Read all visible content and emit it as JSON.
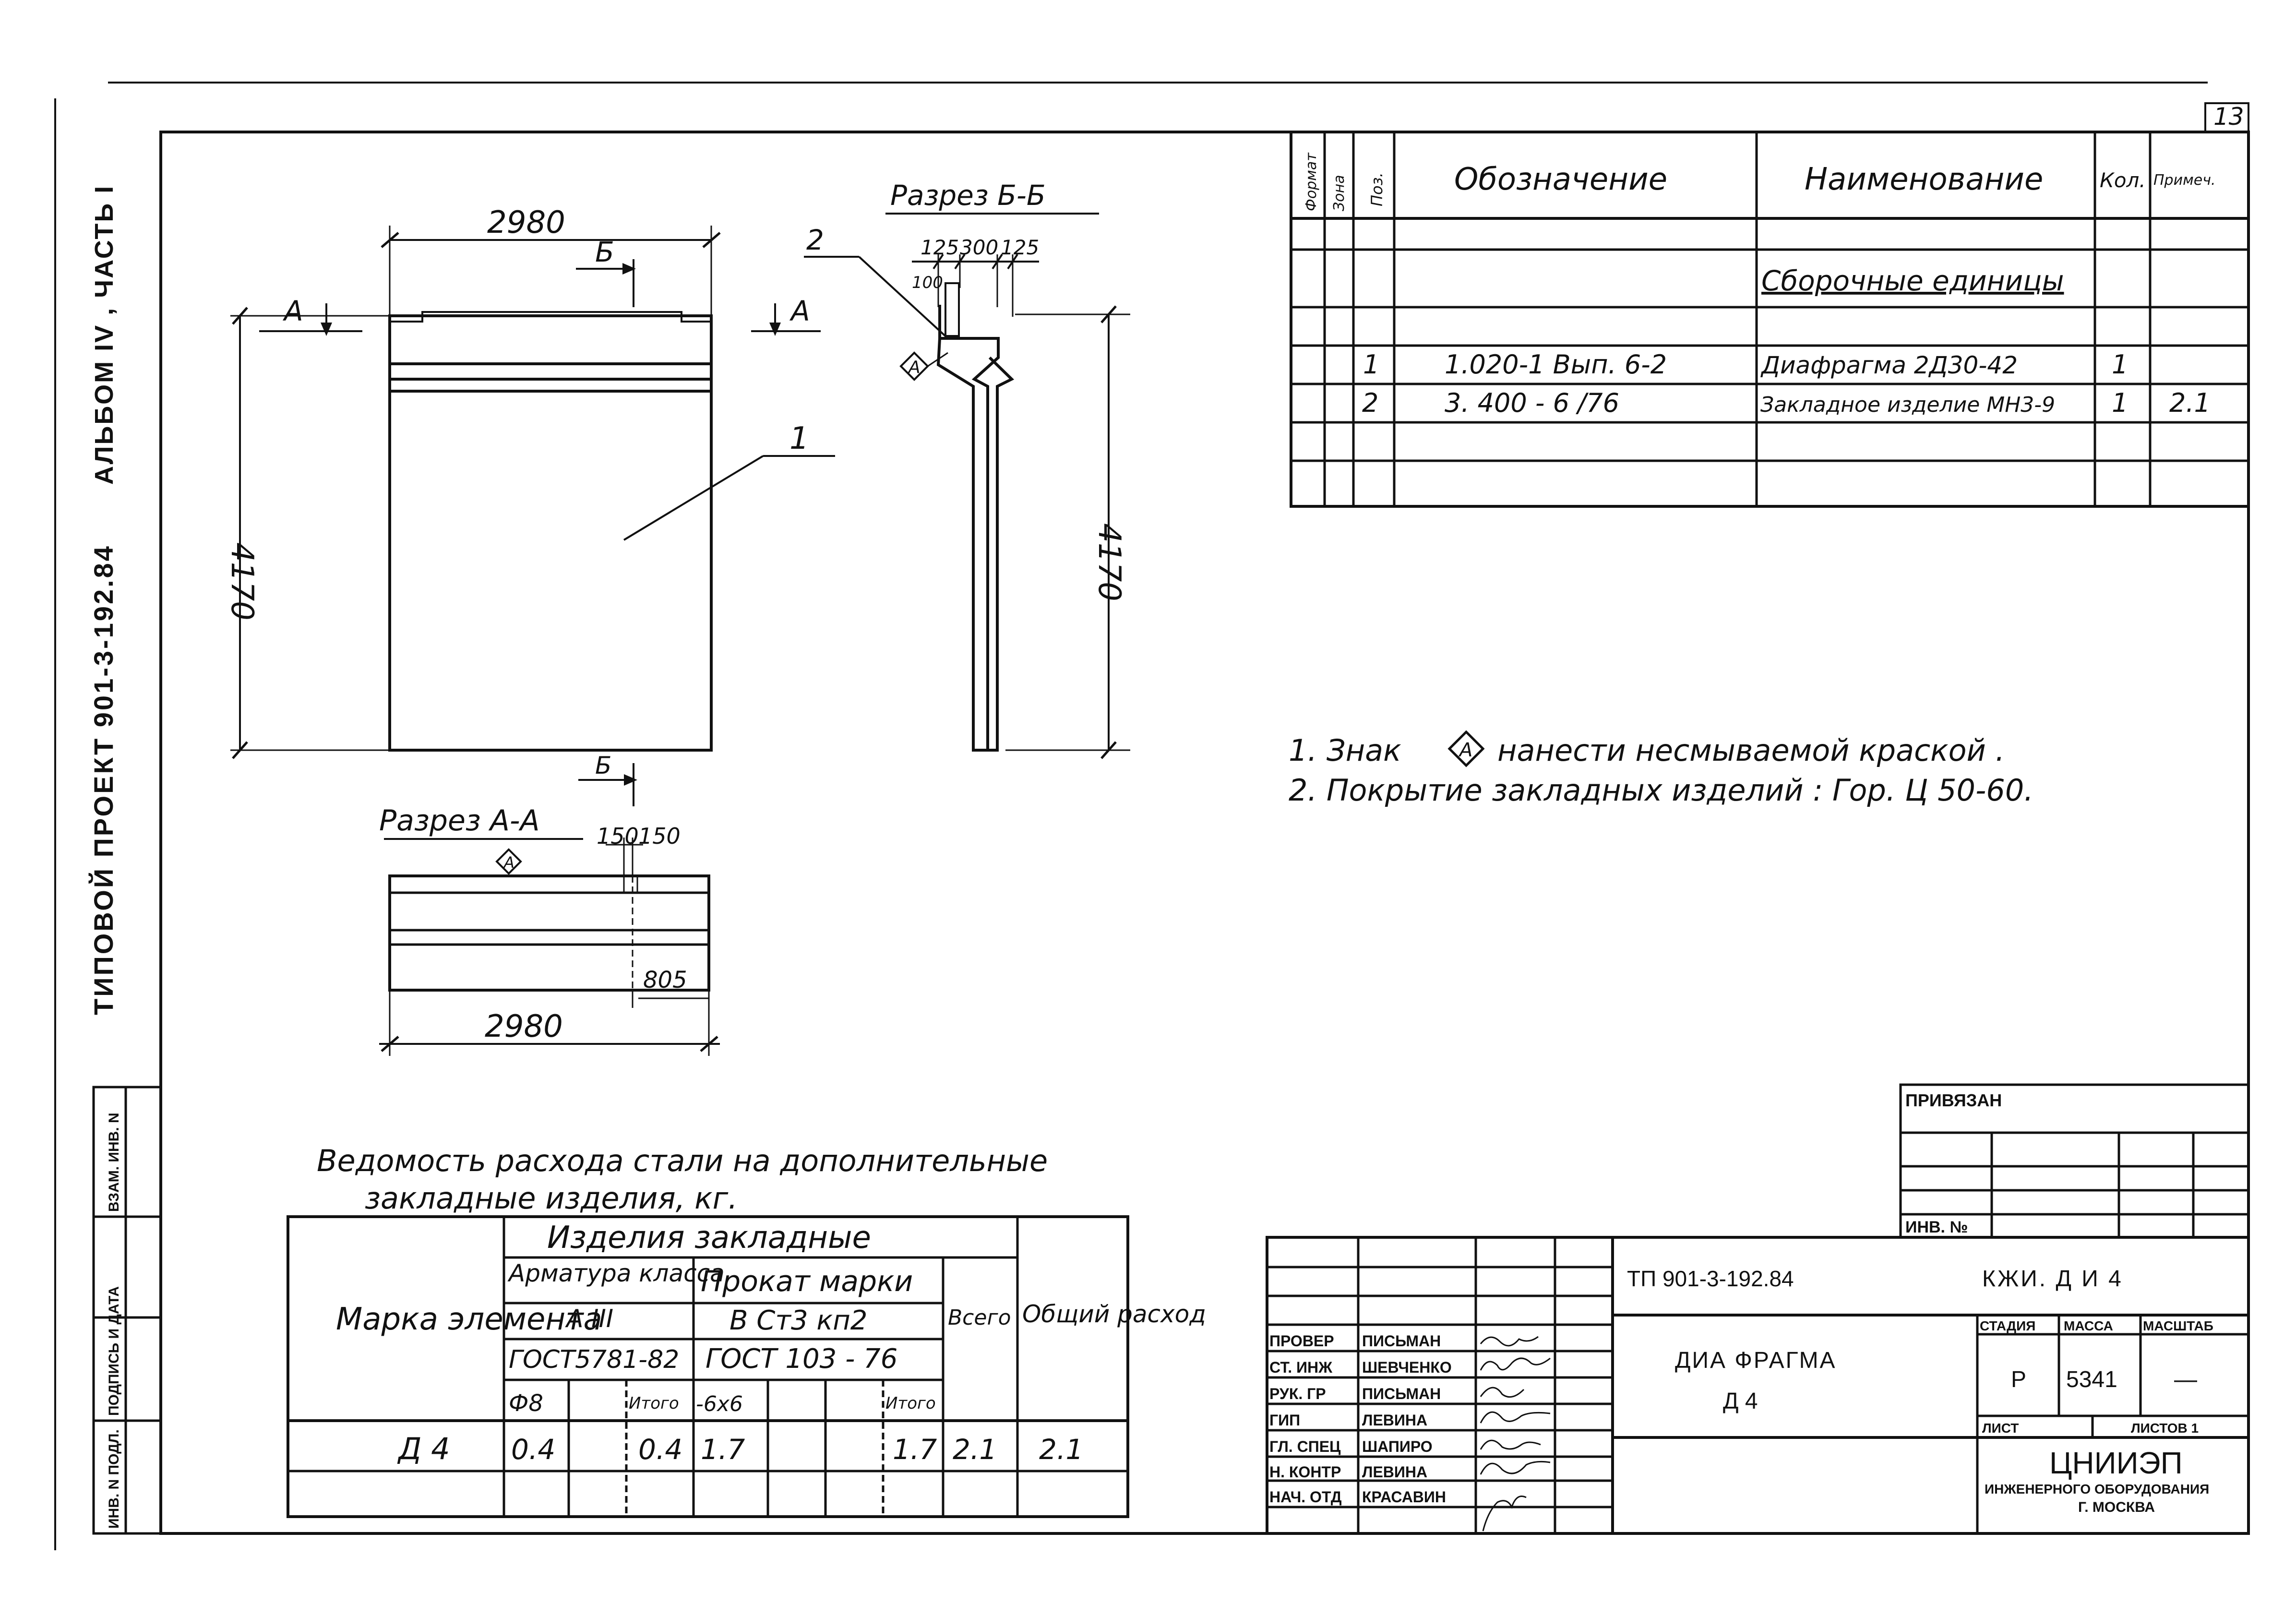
{
  "page_number": "13",
  "side_label": {
    "album": "АЛЬБОМ IV , ЧАСТЬ I",
    "project": "ТИПОВОЙ   ПРОЕКТ  901-3-192.84"
  },
  "left_strip": {
    "inv_podl": "ИНВ. N ПОДЛ.",
    "podpis": "ПОДПИСЬ И ДАТА",
    "vzam": "ВЗАМ. ИНВ. N"
  },
  "front_view": {
    "width_dim": "2980",
    "height_dim": "4170",
    "section_mark_a": "А",
    "section_mark_b": "Б",
    "leader_label": "1"
  },
  "section_bb": {
    "title": "Разрез Б-Б",
    "dims": [
      "125",
      "300",
      "125"
    ],
    "dim_100": "100",
    "height_dim": "4170",
    "leader_label": "2",
    "sign": "А"
  },
  "section_aa": {
    "title": "Разрез А-А",
    "mark_b": "Б",
    "dims": [
      "150",
      "150"
    ],
    "dim_805": "805",
    "width_dim": "2980",
    "sign": "А"
  },
  "spec_table": {
    "headers": [
      "Формат",
      "Зона",
      "Поз.",
      "Обозначение",
      "Наименование",
      "Кол.",
      "Примеч."
    ],
    "section_title": "Сборочные единицы",
    "rows": [
      {
        "pos": "1",
        "designation": "1.020-1  Вып. 6-2",
        "name": "Диафрагма 2Д30-42",
        "qty": "1",
        "note": ""
      },
      {
        "pos": "2",
        "designation": "3. 400 - 6 /76",
        "name": "Закладное изделие МН3-9",
        "qty": "1",
        "note": "2.1"
      }
    ]
  },
  "notes": {
    "line1_pre": "1.  Знак",
    "line1_sign": "А",
    "line1_post": "нанести  несмываемой   краской .",
    "line2": "2.  Покрытие  закладных  изделий  :  Гор. Ц 50-60."
  },
  "steel_table": {
    "title_line1": "Ведомость  расхода  стали на дополнительные",
    "title_line2": "закладные  изделия,  кг.",
    "h_mark": "Марка элемента",
    "h_products": "Изделия   закладные",
    "h_rebar": "Арматура класса",
    "h_rebar_class": "А III",
    "h_rebar_gost": "ГОСТ5781-82",
    "h_rolled": "Прокат  марки",
    "h_rolled_grade": "В Ст3  кп2",
    "h_rolled_gost": "ГОСТ 103 - 76",
    "h_total": "Всего",
    "h_common": "Общий расход",
    "h_f8": "Ф8",
    "h_itogo1": "Итого",
    "h_delta": "-6х6",
    "h_itogo2": "Итого",
    "row": {
      "mark": "Д 4",
      "f8": "0.4",
      "itogo1": "0.4",
      "delta": "1.7",
      "itogo2": "1.7",
      "total": "2.1",
      "common": "2.1"
    }
  },
  "privyazan": {
    "title": "ПРИВЯЗАН",
    "inv": "ИНВ. №"
  },
  "title_block": {
    "code": "ТП  901-3-192.84",
    "sheet_code": "КЖИ.  Д И 4",
    "name_line1": "ДИА ФРАГМА",
    "name_line2": "Д 4",
    "stage_h": "СТАДИЯ",
    "mass_h": "МАССА",
    "scale_h": "МАСШТАБ",
    "stage": "Р",
    "mass": "5341",
    "scale": "—",
    "sheet_h": "ЛИСТ",
    "sheets_h": "ЛИСТОВ  1",
    "org_line1": "ЦНИИЭП",
    "org_line2": "ИНЖЕНЕРНОГО  ОБОРУДОВАНИЯ",
    "org_line3": "Г.  МОСКВА",
    "roles": [
      {
        "role": "ПРОВЕР",
        "name": "ПИСЬМАН"
      },
      {
        "role": "СТ. ИНЖ",
        "name": "ШЕВЧЕНКО"
      },
      {
        "role": "РУК. ГР",
        "name": "ПИСЬМАН"
      },
      {
        "role": "ГИП",
        "name": "ЛЕВИНА"
      },
      {
        "role": "ГЛ. СПЕЦ",
        "name": "ШАПИРО"
      },
      {
        "role": "Н. КОНТР",
        "name": "ЛЕВИНА"
      },
      {
        "role": "НАЧ. ОТД",
        "name": "КРАСАВИН"
      }
    ]
  }
}
